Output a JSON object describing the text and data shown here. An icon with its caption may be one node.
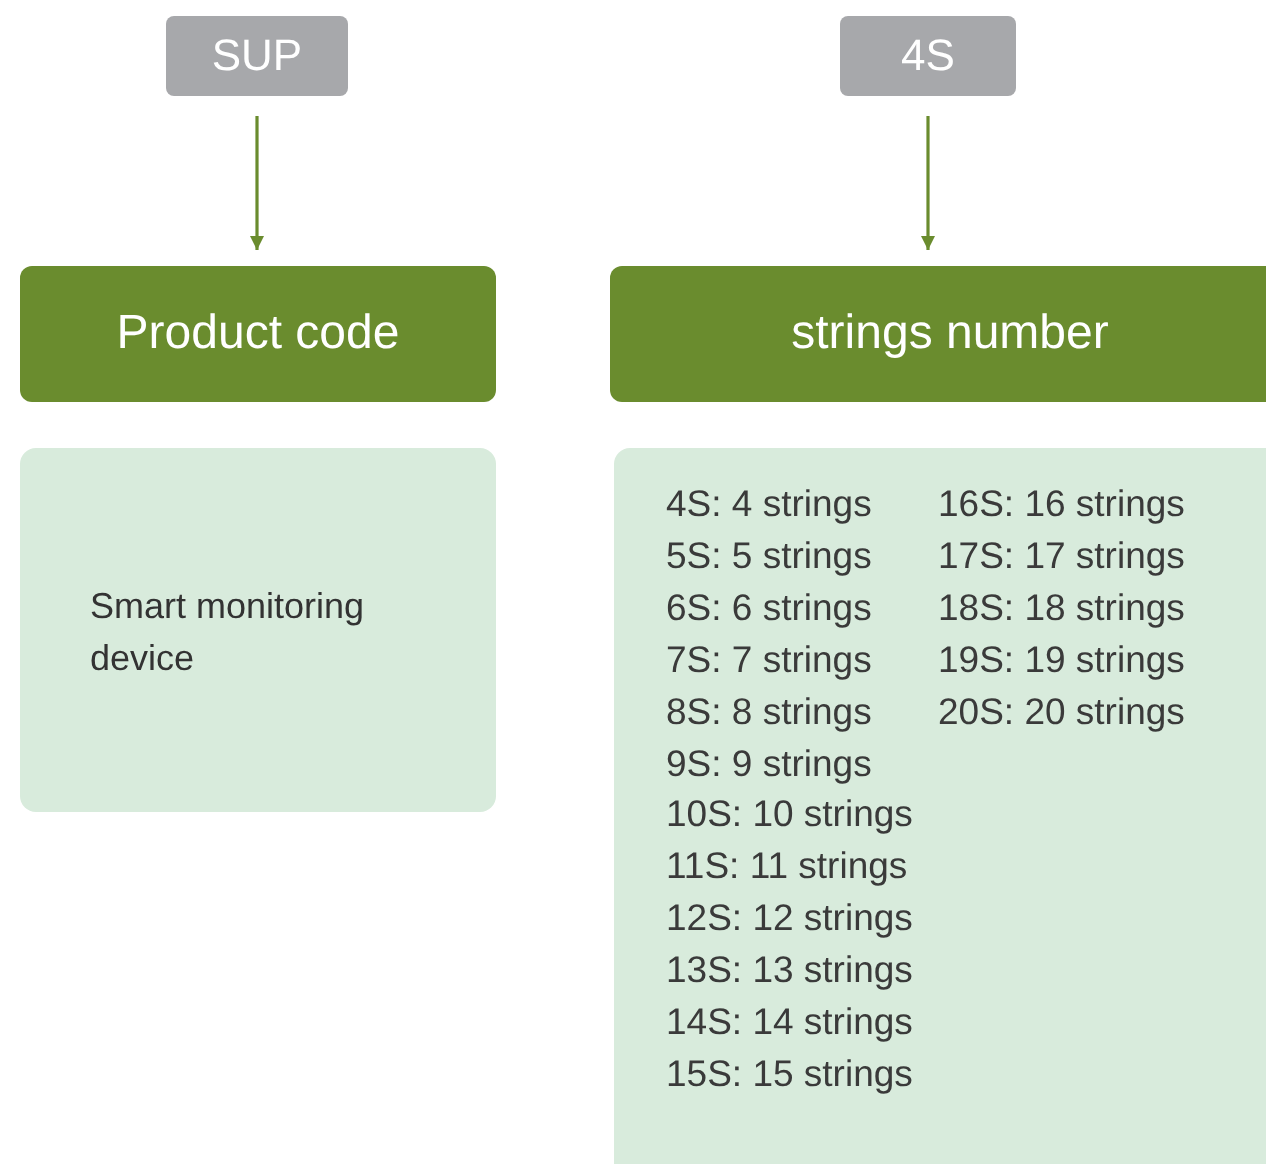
{
  "diagram": {
    "nodes": [
      {
        "text": [
          "SUP"
        ]
      },
      {
        "text": [
          "4S"
        ]
      },
      {
        "text": [
          "Product code"
        ]
      },
      {
        "text": [
          "strings number"
        ]
      },
      {
        "text": [
          "Smart monitoring device"
        ]
      },
      {
        "text": [
          "4S: 4 strings",
          "5S: 5 strings",
          "6S: 6 strings",
          "7S: 7 strings",
          "8S: 8 strings",
          "9S: 9 strings",
          "10S: 10 strings",
          "11S: 11 strings",
          "12S: 12 strings",
          "13S: 13 strings",
          "14S: 14 strings",
          "15S: 15 strings",
          "16S: 16 strings",
          "17S: 17 strings",
          "18S: 18 strings",
          "19S: 19 strings",
          "20S: 20 strings"
        ]
      }
    ],
    "edges": [
      {
        "from": 0,
        "to": 2,
        "arrow": "to"
      },
      {
        "from": 1,
        "to": 3,
        "arrow": "to"
      }
    ]
  }
}
